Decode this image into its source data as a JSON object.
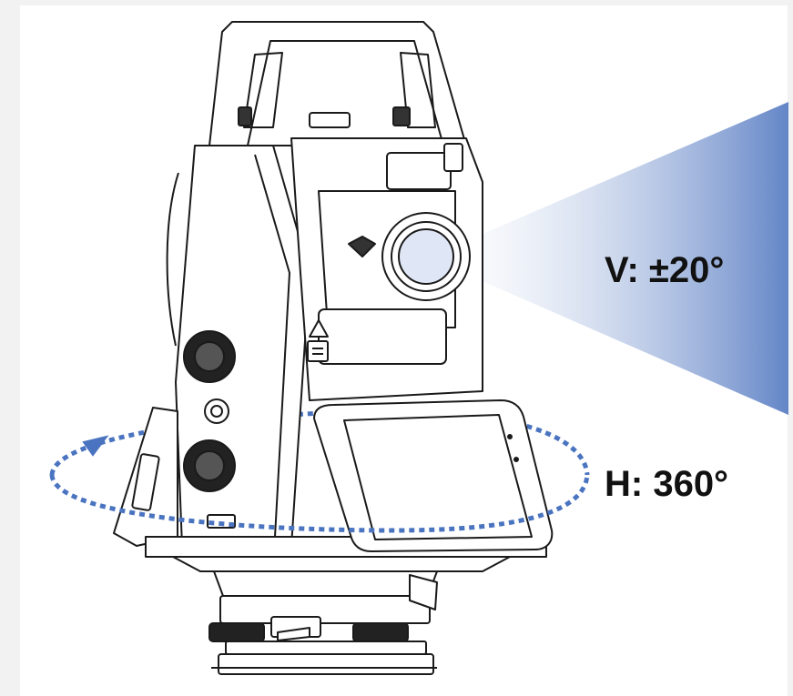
{
  "labels": {
    "vertical": "V: ±20°",
    "horizontal": "H: 360°"
  },
  "angles": {
    "vertical_range_deg": 20,
    "horizontal_range_deg": 360
  },
  "colors": {
    "background": "#f2f2f2",
    "panel": "#ffffff",
    "beam": "#5b7fc4",
    "rotation_arrow": "#4a74c0",
    "outline": "#1a1a1a"
  }
}
